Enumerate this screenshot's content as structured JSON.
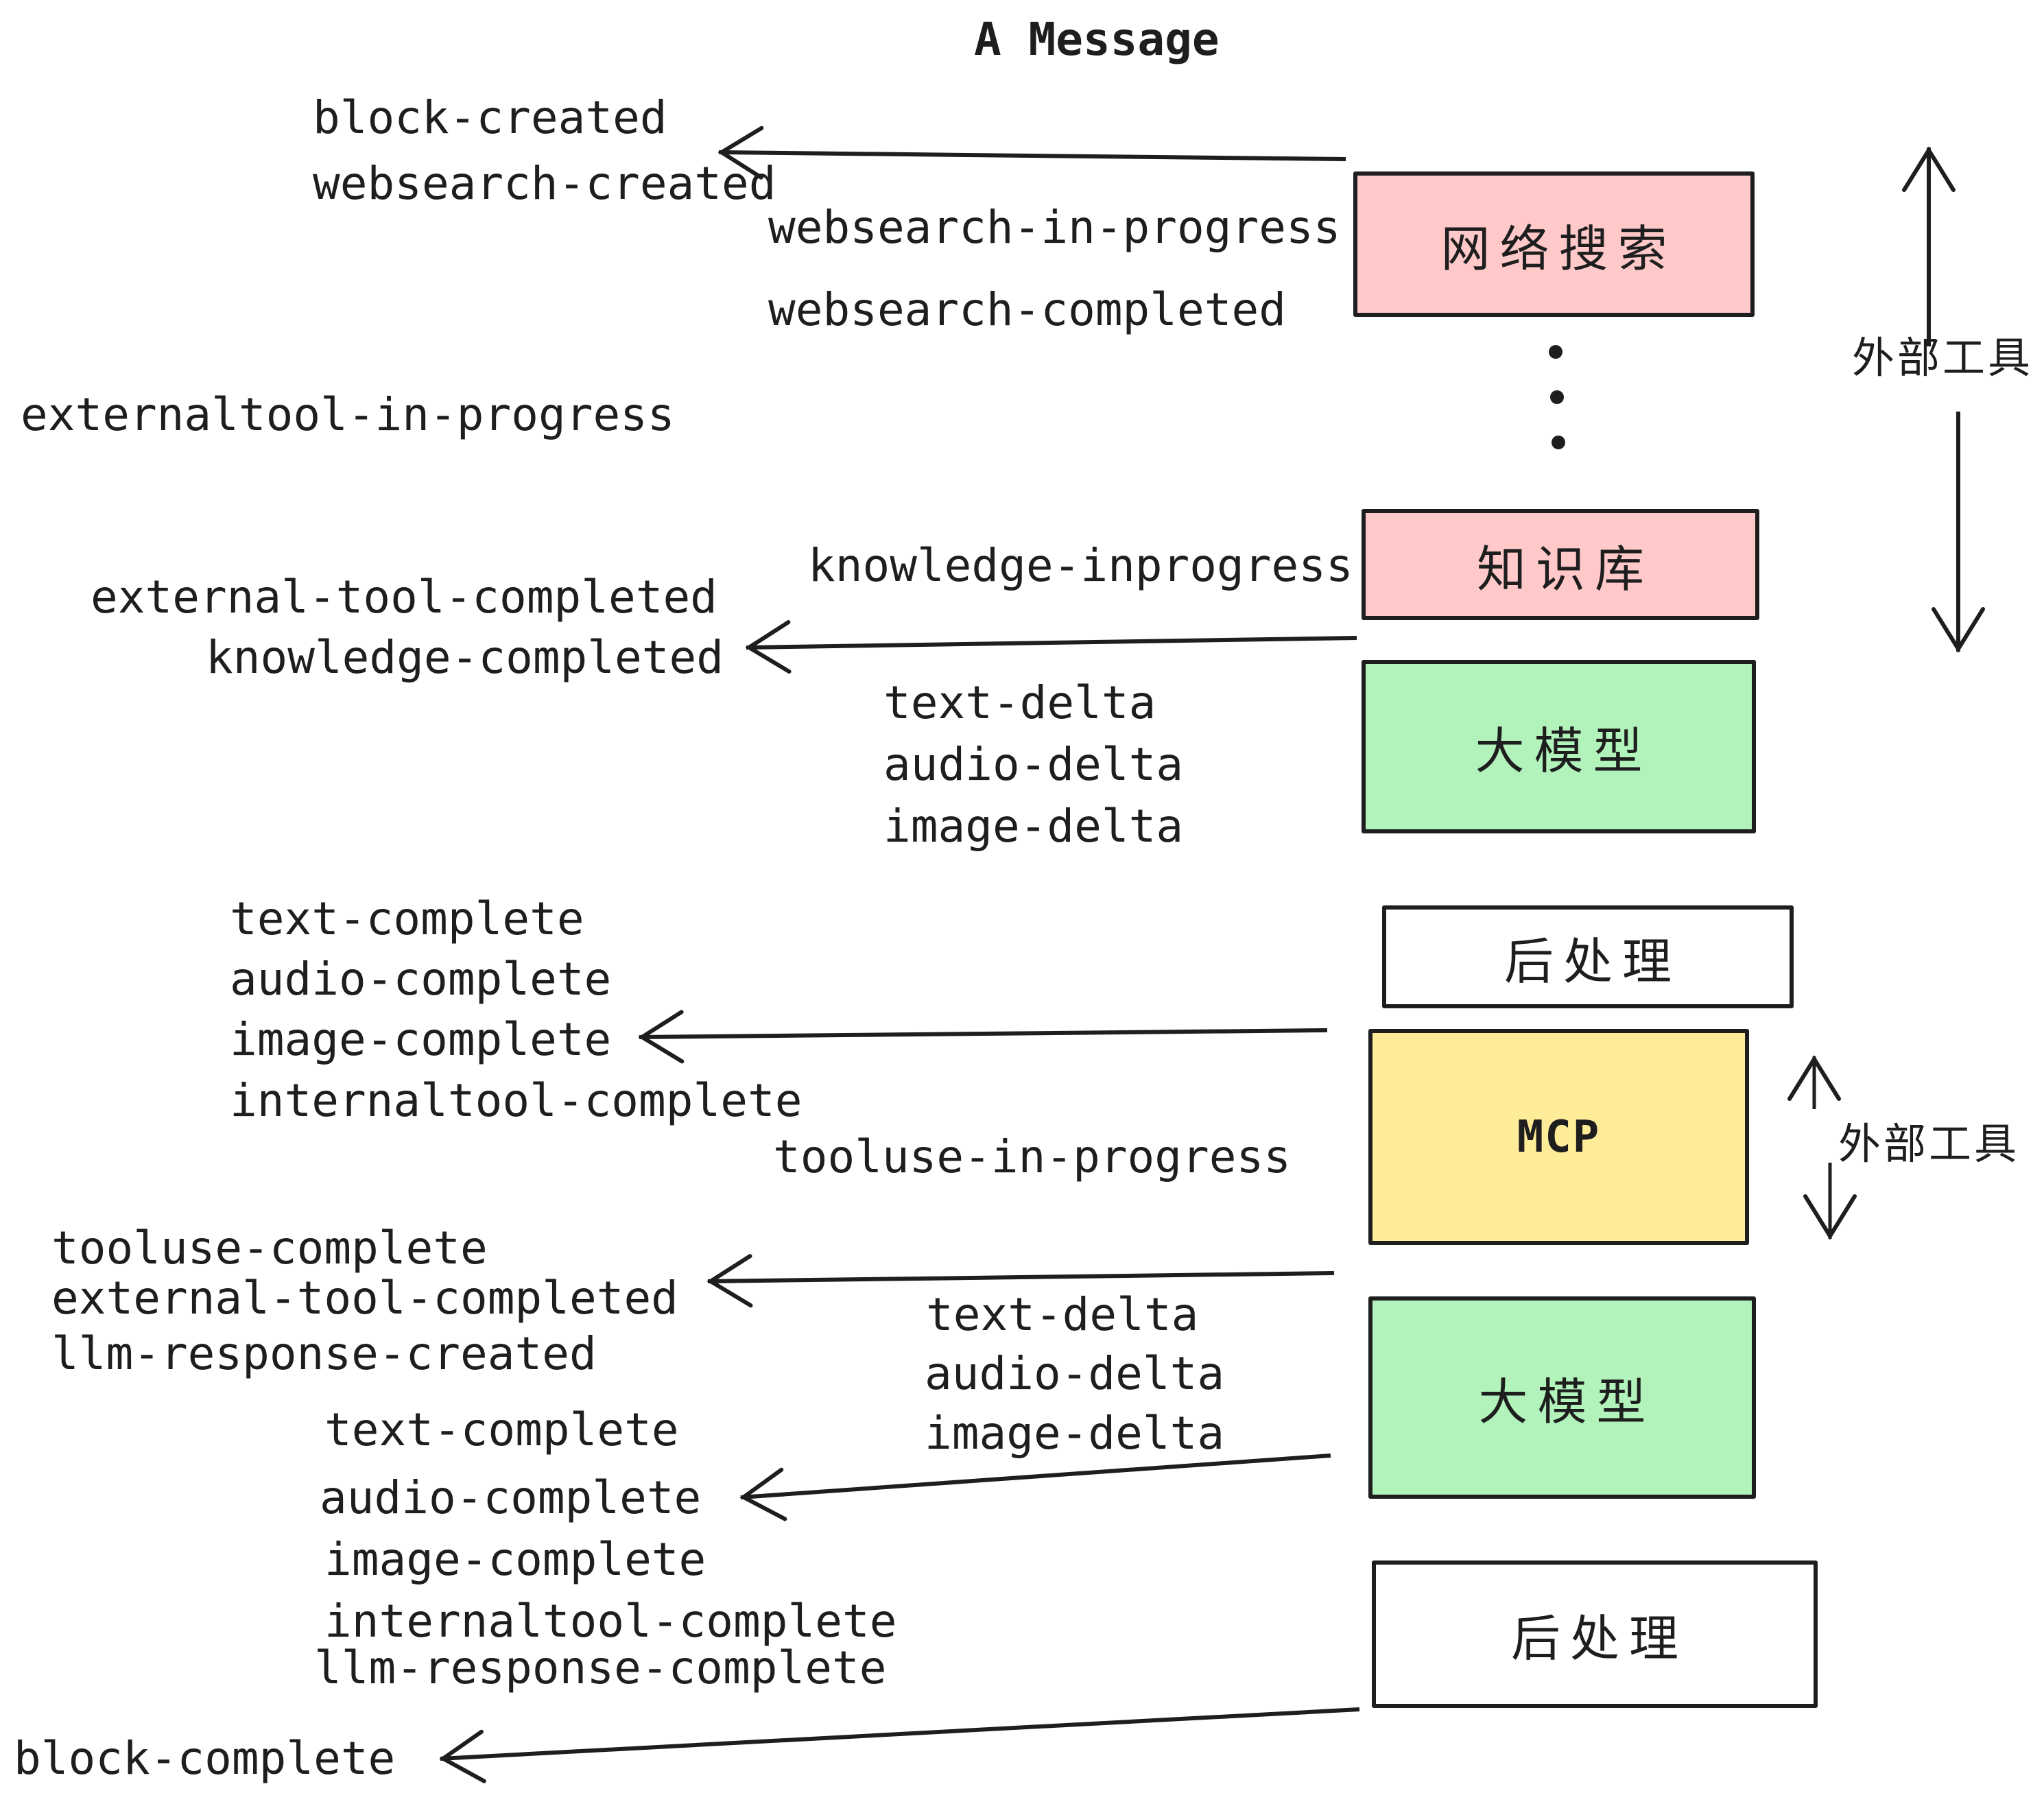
{
  "title": "A Message",
  "colors": {
    "background": "#ffffff",
    "stroke": "#1e1e1e",
    "box_pink": "#FFC9C9",
    "box_green": "#B2F2BB",
    "box_yellow": "#FFEC99",
    "box_white": "#ffffff"
  },
  "boxes": {
    "websearch": "网络搜索",
    "knowledge": "知识库",
    "llm": "大模型",
    "postprocess": "后处理",
    "mcp": "MCP"
  },
  "side_labels": {
    "external_tools": "外部工具"
  },
  "events": {
    "block_created": "block-created",
    "websearch_created": "websearch-created",
    "websearch_in_progress": "websearch-in-progress",
    "websearch_completed": "websearch-completed",
    "externaltool_in_progress": "externaltool-in-progress",
    "knowledge_inprogress": "knowledge-inprogress",
    "external_tool_completed": "external-tool-completed",
    "knowledge_completed": "knowledge-completed",
    "text_delta": "text-delta",
    "audio_delta": "audio-delta",
    "image_delta": "image-delta",
    "text_complete": "text-complete",
    "audio_complete": "audio-complete",
    "image_complete": "image-complete",
    "internaltool_complete": "internaltool-complete",
    "tooluse_in_progress": "tooluse-in-progress",
    "tooluse_complete": "tooluse-complete",
    "llm_response_created": "llm-response-created",
    "llm_response_complete": "llm-response-complete",
    "block_complete": "block-complete"
  }
}
